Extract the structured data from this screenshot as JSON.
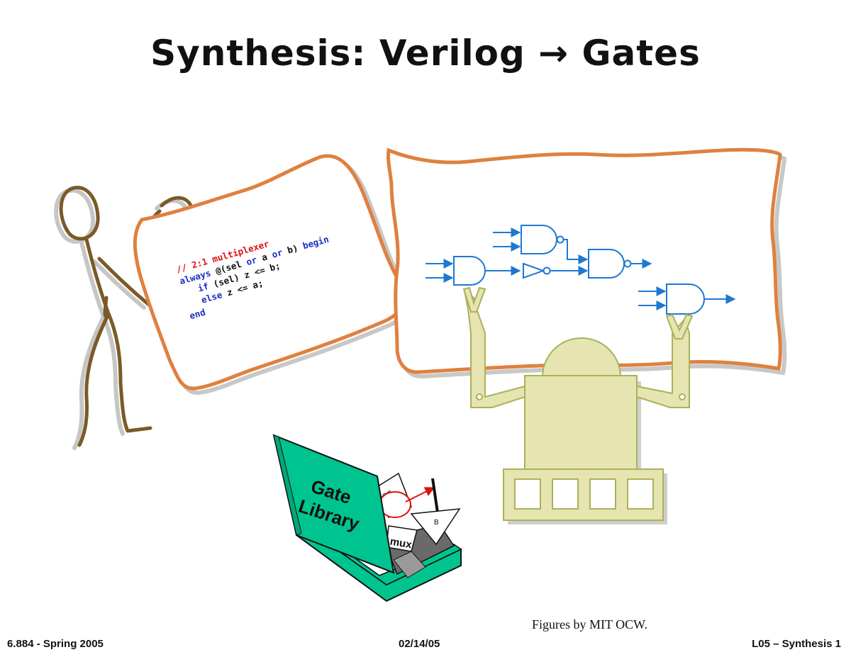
{
  "title": "Synthesis: Verilog → Gates",
  "code": {
    "comment": "// 2:1 multiplexer",
    "line1_kw": "always",
    "line1_a": " @(sel ",
    "line1_or1": "or",
    "line1_b": " a ",
    "line1_or2": "or",
    "line1_c": " b) ",
    "line1_begin": "begin",
    "line2_kw": "if",
    "line2_rest": " (sel) z <= b;",
    "line3_kw": "else",
    "line3_rest": " z <= a;",
    "line4_kw": "end"
  },
  "library": {
    "line1": "Gate",
    "line2": "Library",
    "card1": "ion",
    "card2": "B",
    "card3": "mux"
  },
  "credit": "Figures by MIT OCW.",
  "footer": {
    "left": "6.884 - Spring 2005",
    "center": "02/14/05",
    "right": "L05 – Synthesis   1"
  },
  "colors": {
    "paper_border": "#e0803f",
    "gate_blue": "#1e78d2",
    "robot_fill": "#e6e4b0",
    "robot_stroke": "#a9b25a",
    "library_green": "#00c48f",
    "stick_figure": "#7b5a28",
    "code_comment": "#e01010",
    "code_keyword": "#1a2fc0"
  }
}
